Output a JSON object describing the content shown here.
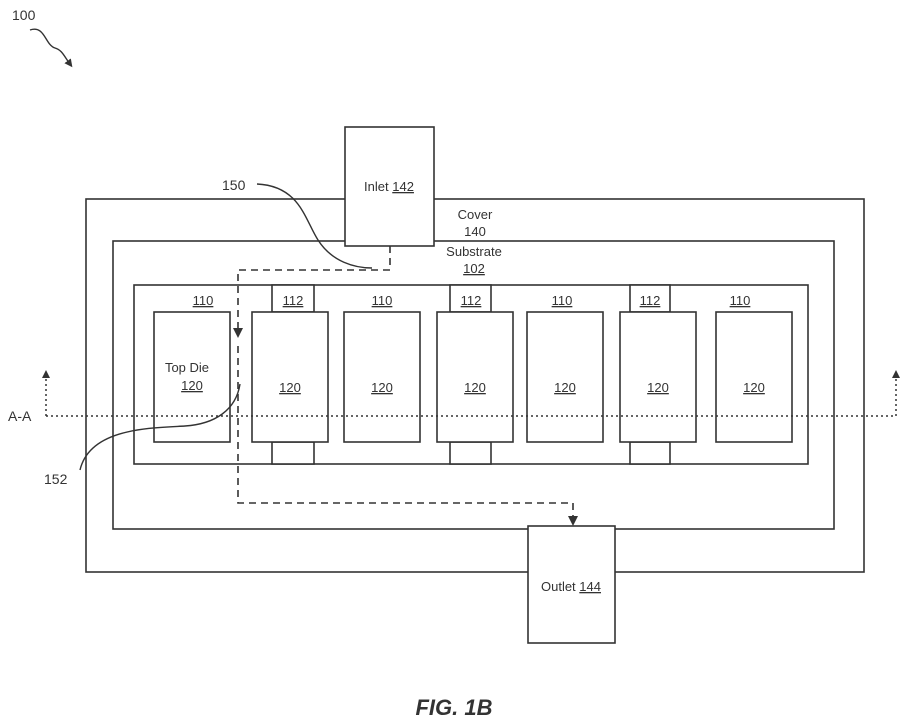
{
  "figure": {
    "ref_100": "100",
    "inlet": {
      "label": "Inlet",
      "num": "142"
    },
    "outlet": {
      "label": "Outlet",
      "num": "144"
    },
    "cover": {
      "label": "Cover",
      "num": "140"
    },
    "substrate": {
      "label": "Substrate",
      "num": "102"
    },
    "ref_150": "150",
    "ref_152": "152",
    "section": "A-A",
    "top_die": {
      "label": "Top Die",
      "num": "120"
    },
    "die_num": "120",
    "ref_110": "110",
    "ref_112": "112",
    "caption": "FIG. 1B"
  }
}
